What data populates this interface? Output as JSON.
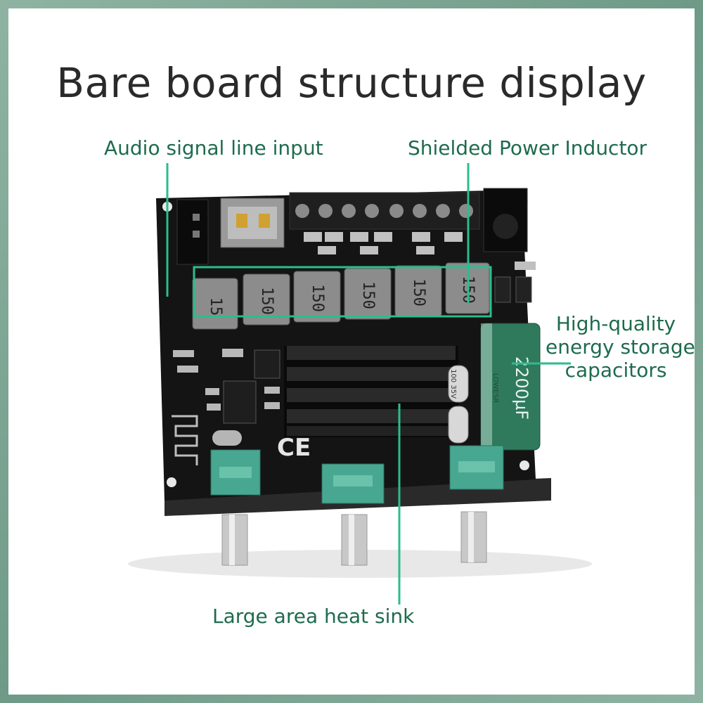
{
  "title": "Bare board structure display",
  "callouts": {
    "audio_input": "Audio signal line input",
    "inductor": "Shielded Power Inductor",
    "capacitors_l1": "High-quality",
    "capacitors_l2": "energy storage",
    "capacitors_l3": "capacitors",
    "heat_sink": "Large area heat sink"
  },
  "board_markings": {
    "inductors": [
      "15",
      "150",
      "150",
      "150",
      "150",
      "150"
    ],
    "big_capacitor": "2200µF",
    "small_capacitor": "100 35V",
    "cap_brand": "LOWESR",
    "ce_mark": "CE"
  },
  "colors": {
    "callout_text": "#1e6b4e",
    "callout_line": "#2bbd8f",
    "board": "#141414",
    "frame": "#7fa594"
  }
}
